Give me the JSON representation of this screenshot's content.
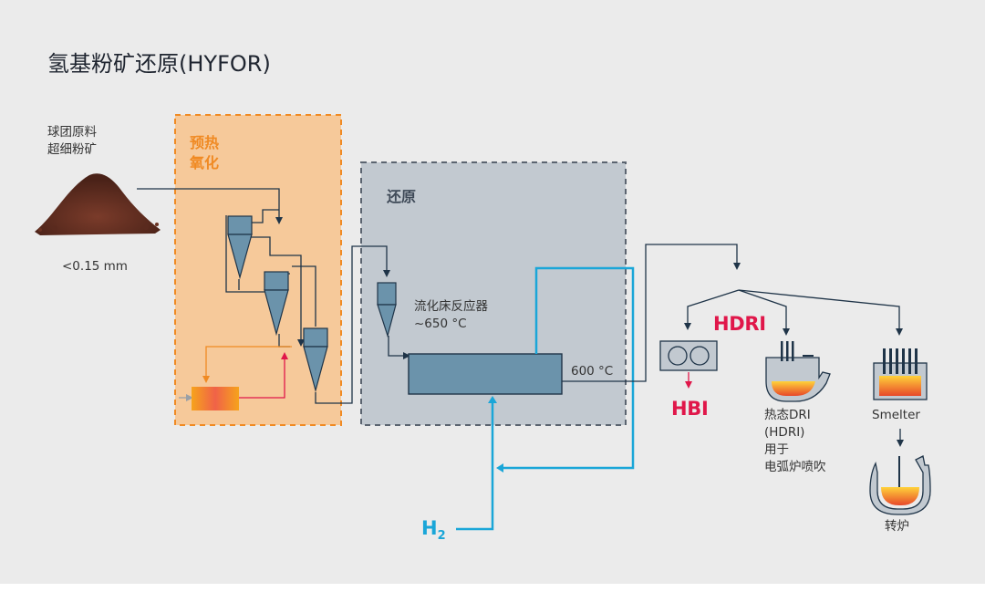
{
  "title": "氢基粉矿还原(HYFOR)",
  "feed": {
    "label_line1": "球团原料",
    "label_line2": "超细粉矿",
    "size": "<0.15 mm"
  },
  "preheat_zone": {
    "label_line1": "预热",
    "label_line2": "氧化"
  },
  "reduction_zone": {
    "label": "还原"
  },
  "reactor": {
    "label_line1": "流化床反应器",
    "label_line2": "~650 °C"
  },
  "outlet_temp": "600 °C",
  "hydrogen": {
    "symbol": "H",
    "subscript": "2"
  },
  "products": {
    "hdri": "HDRI",
    "hbi": "HBI",
    "hot_dri_line1": "热态DRI",
    "hot_dri_line2": "(HDRI)",
    "hot_dri_line3": "用于",
    "hot_dri_line4": "电弧炉喷吹",
    "smelter": "Smelter",
    "converter": "转炉"
  },
  "colors": {
    "orange": "#f08a23",
    "reduction_gray": "#c2c9d0",
    "reactor_blue": "#6b93ab",
    "hydrogen_blue": "#1aa6d8",
    "accent_red": "#e0174a",
    "line_navy": "#1f3448"
  }
}
